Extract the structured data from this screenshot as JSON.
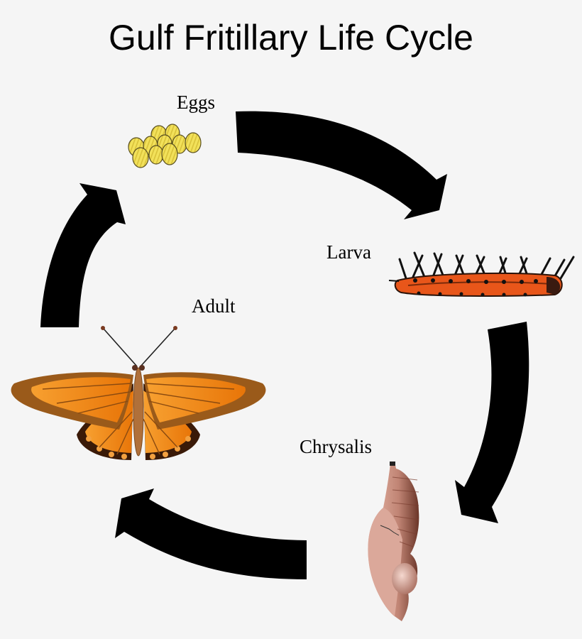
{
  "title": "Gulf Fritillary Life Cycle",
  "stages": [
    {
      "id": "eggs",
      "label": "Eggs"
    },
    {
      "id": "larva",
      "label": "Larva"
    },
    {
      "id": "chrysalis",
      "label": "Chrysalis"
    },
    {
      "id": "adult",
      "label": "Adult"
    }
  ],
  "arrows": [
    {
      "from": "Eggs",
      "to": "Larva"
    },
    {
      "from": "Larva",
      "to": "Chrysalis"
    },
    {
      "from": "Chrysalis",
      "to": "Adult"
    },
    {
      "from": "Adult",
      "to": "Eggs"
    }
  ],
  "colors": {
    "background": "#f5f5f5",
    "arrow": "#000000",
    "egg": "#f2e15a",
    "larva": "#e8561a",
    "wing": "#f28a10",
    "wing_border": "#9a5a1a",
    "chrysalis": "#c99585"
  }
}
